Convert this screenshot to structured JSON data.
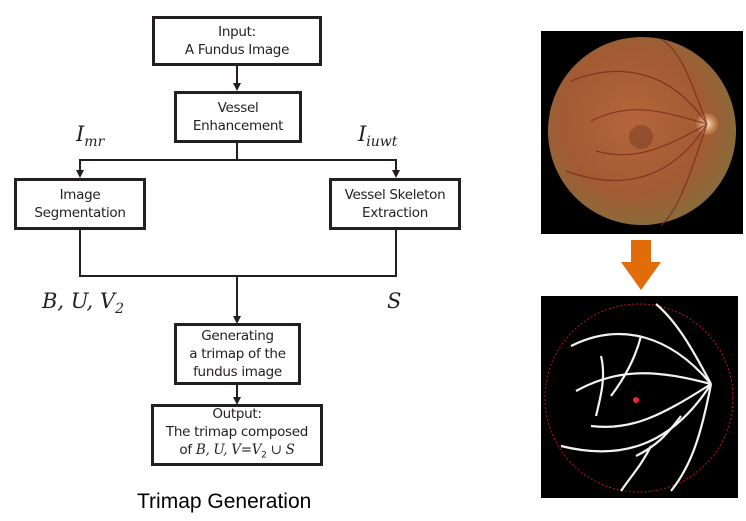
{
  "flowchart": {
    "input_box": {
      "line1": "Input:",
      "line2": "A Fundus Image"
    },
    "enhancement_box": {
      "line1": "Vessel",
      "line2": "Enhancement"
    },
    "segmentation_box": {
      "line1": "Image",
      "line2": "Segmentation"
    },
    "skeleton_box": {
      "line1": "Vessel Skeleton",
      "line2": "Extraction"
    },
    "trimap_box": {
      "line1": "Generating",
      "line2": "a trimap of the",
      "line3": "fundus image"
    },
    "output_box": {
      "line1": "Output:",
      "line2": "The trimap composed",
      "line3_prefix": "of ",
      "line3_math": "B, U, V=V",
      "line3_sub": "2",
      "line3_suffix": " ∪ S"
    },
    "labels": {
      "imr_base": "I",
      "imr_sub": "mr",
      "iiuwt_base": "I",
      "iiuwt_sub": "iuwt",
      "buv_text": "B, U, V",
      "buv_sub": "2",
      "s": "S"
    }
  },
  "caption": "Trimap Generation",
  "images": {
    "fundus": "fundus-photo",
    "vessel_map": "vessel-segmentation-result",
    "arrow_color": "#e36c0a"
  }
}
